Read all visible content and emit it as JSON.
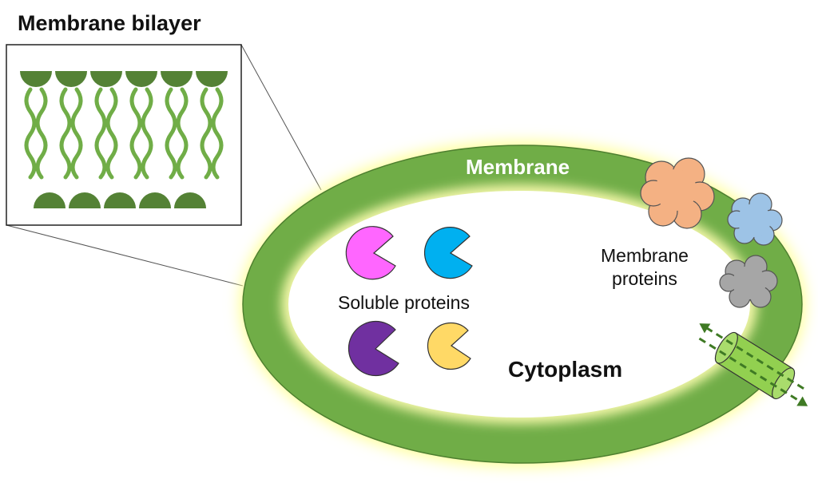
{
  "labels": {
    "bilayer_title": "Membrane bilayer",
    "membrane": "Membrane",
    "membrane_proteins_line1": "Membrane",
    "membrane_proteins_line2": "proteins",
    "soluble_proteins": "Soluble proteins",
    "cytoplasm": "Cytoplasm"
  },
  "colors": {
    "membrane_green": "#70ad47",
    "lipid_dark_green": "#548235",
    "glow_yellow": "#ffff99",
    "protein_orange": "#f4b183",
    "protein_blue": "#9dc3e6",
    "protein_gray": "#a6a6a6",
    "soluble_pink": "#ff66ff",
    "soluble_cyan": "#00b0f0",
    "soluble_purple": "#7030a0",
    "soluble_yellow": "#ffd966",
    "channel_green": "#92d050"
  }
}
